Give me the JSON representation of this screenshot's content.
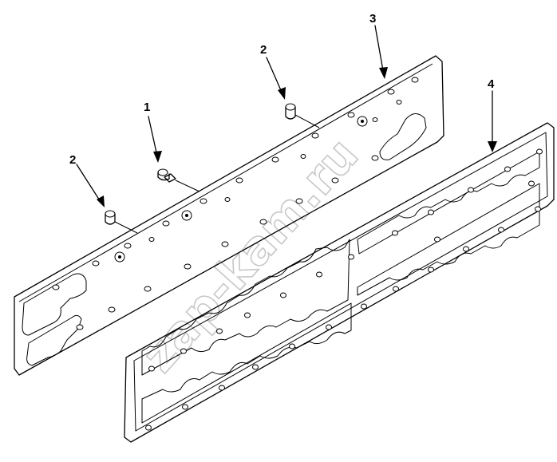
{
  "callouts": [
    {
      "id": "part-1",
      "label": "1"
    },
    {
      "id": "part-2a",
      "label": "2"
    },
    {
      "id": "part-2b",
      "label": "2"
    },
    {
      "id": "part-3",
      "label": "3"
    },
    {
      "id": "part-4",
      "label": "4"
    }
  ],
  "watermark": "zap-kam.ru",
  "colors": {
    "line": "#000000",
    "watermark": "#c8c8c8",
    "background": "#ffffff"
  }
}
